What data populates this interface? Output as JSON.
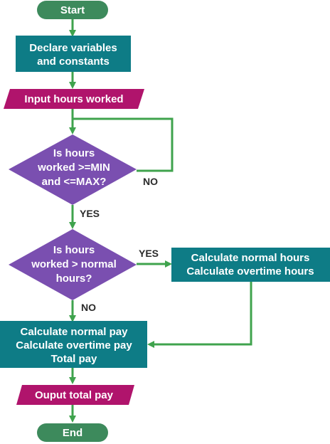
{
  "colors": {
    "terminator": "#3d8a5c",
    "process": "#0e7c86",
    "io": "#b0146c",
    "decision": "#7a4fb0",
    "connector": "#3fa34d",
    "label_text": "#2b2b2b"
  },
  "nodes": {
    "start": {
      "shape": "terminator",
      "lines": [
        "Start"
      ]
    },
    "declare": {
      "shape": "process",
      "lines": [
        "Declare variables",
        "and constants"
      ]
    },
    "input_hours": {
      "shape": "io",
      "lines": [
        "Input hours worked"
      ]
    },
    "check_range": {
      "shape": "decision",
      "lines": [
        "Is hours",
        "worked >=MIN",
        "and <=MAX?"
      ]
    },
    "check_overtime": {
      "shape": "decision",
      "lines": [
        "Is hours",
        "worked > normal",
        "hours?"
      ]
    },
    "calc_hours": {
      "shape": "process",
      "lines": [
        "Calculate normal hours",
        "Calculate overtime hours"
      ]
    },
    "calc_pay": {
      "shape": "process",
      "lines": [
        "Calculate normal pay",
        "Calculate overtime pay",
        "Total pay"
      ]
    },
    "output_pay": {
      "shape": "io",
      "lines": [
        "Ouput total pay"
      ]
    },
    "end": {
      "shape": "terminator",
      "lines": [
        "End"
      ]
    }
  },
  "edge_labels": {
    "range_no": "NO",
    "range_yes": "YES",
    "overtime_yes": "YES",
    "overtime_no": "NO"
  }
}
